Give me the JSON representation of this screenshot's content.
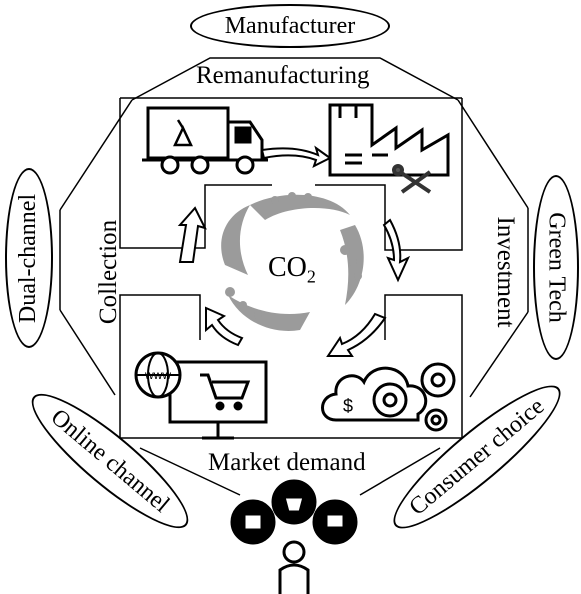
{
  "labels": {
    "manufacturer": "Manufacturer",
    "remanufacturing": "Remanufacturing",
    "dual_channel": "Dual-channel",
    "collection": "Collection",
    "investment": "Investment",
    "green_tech": "Green Tech",
    "online_channel": "Online channel",
    "consumer_choice": "Consumer choice",
    "market_demand": "Market demand",
    "co2": "CO",
    "co2_sub": "2",
    "www": "www",
    "dollar": "$"
  },
  "icons": {
    "truck": "recycling-truck-icon",
    "factory": "factory-icon",
    "tools": "wrench-screwdriver-icon",
    "shop": "online-shop-icon",
    "cloud_gears": "cloud-gears-icon",
    "consumer": "consumer-choice-icon",
    "footprints": "carbon-footprint-icon"
  },
  "colors": {
    "line": "#000000",
    "footprint": "#8a8a8a"
  }
}
